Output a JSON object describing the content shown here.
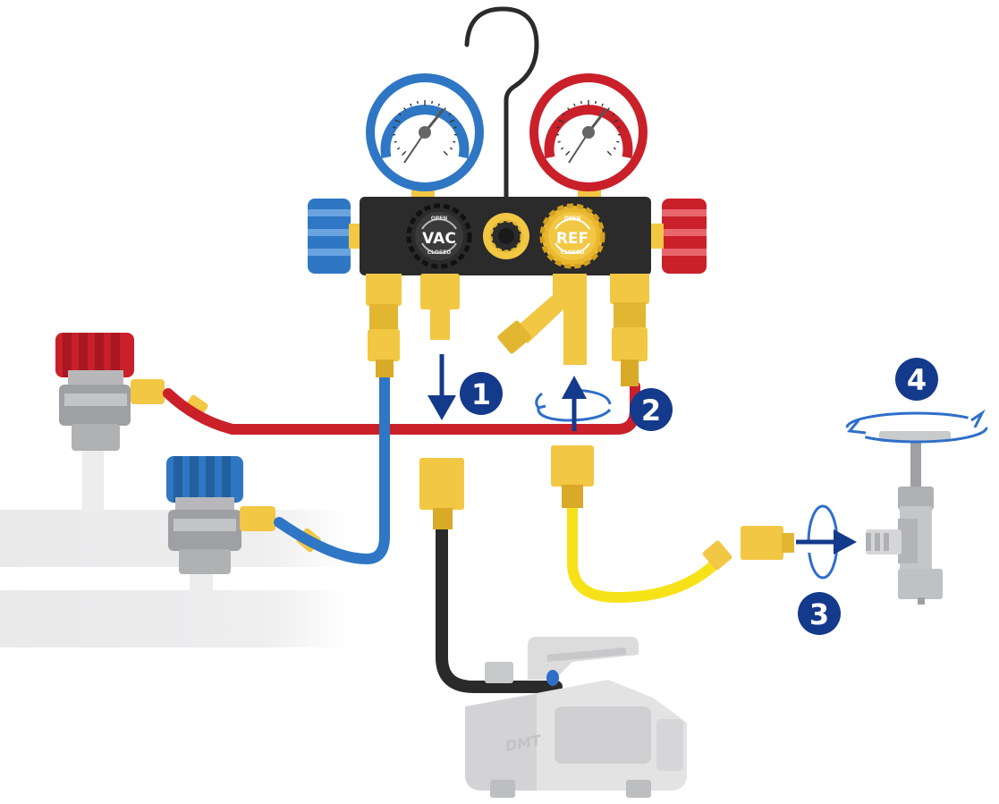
{
  "manifold": {
    "left_knob": {
      "label": "VAC",
      "top_text": "OPEN",
      "bottom_text": "CLOSED"
    },
    "right_knob": {
      "label": "REF",
      "top_text": "OPEN",
      "bottom_text": "CLOSED"
    }
  },
  "vacuum_pump": {
    "brand": "DMT"
  },
  "steps": [
    {
      "number": "1"
    },
    {
      "number": "2"
    },
    {
      "number": "3"
    },
    {
      "number": "4"
    }
  ],
  "colors": {
    "low_side": "#2f77c4",
    "high_side": "#c9202a",
    "brass": "#f2c744",
    "charge_hose": "#f7e219",
    "vacuum_hose": "#2a2a2a",
    "step_badge": "#143a8c",
    "manifold_body": "#2b2b2b"
  }
}
